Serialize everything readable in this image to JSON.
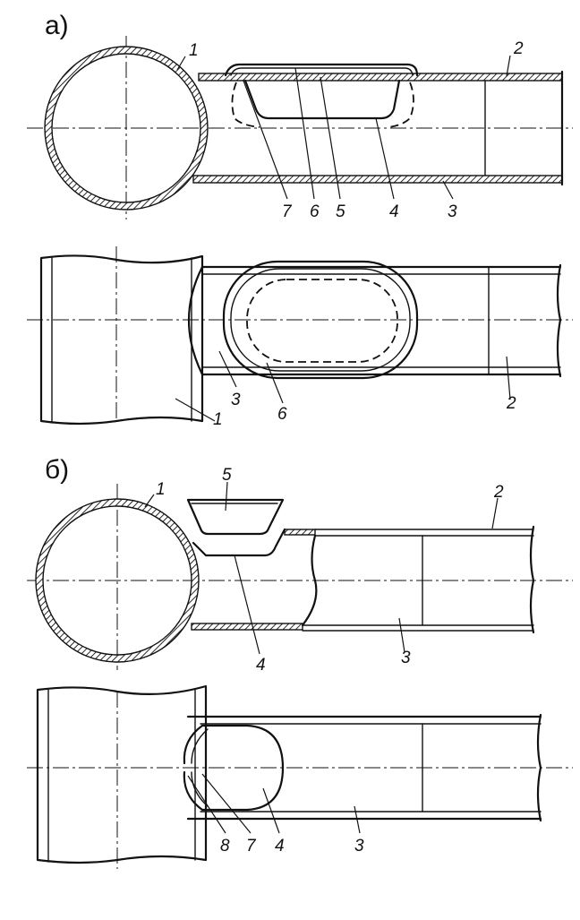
{
  "sections": {
    "a": {
      "label": "а)",
      "top_view": {
        "callouts": [
          "1",
          "2",
          "7",
          "6",
          "5",
          "4",
          "3"
        ]
      },
      "plan_view": {
        "callouts": [
          "3",
          "6",
          "1",
          "2"
        ]
      }
    },
    "b": {
      "label": "б)",
      "top_view": {
        "callouts": [
          "1",
          "5",
          "2",
          "4",
          "3"
        ]
      },
      "plan_view": {
        "callouts": [
          "8",
          "7",
          "4",
          "3"
        ]
      }
    }
  },
  "style": {
    "ink_color": "#111111",
    "paper_color": "#ffffff"
  }
}
